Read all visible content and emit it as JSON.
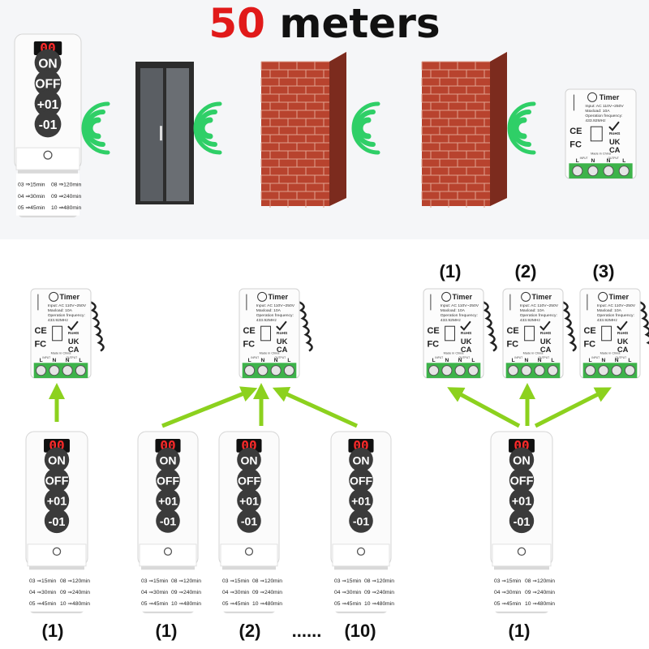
{
  "headline": {
    "number": "50",
    "unit": "meters"
  },
  "remote": {
    "display": "00",
    "buttons": [
      "ON",
      "OFF",
      "+01",
      "-01"
    ],
    "timer_table": [
      [
        "03 ⇒15min",
        "08 ⇒120min"
      ],
      [
        "04 ⇒30min",
        "09 ⇒240min"
      ],
      [
        "05 ⇒45min",
        "10 ⇒480min"
      ]
    ]
  },
  "receiver": {
    "title": "Timer",
    "spec_lines": [
      "Input: AC 110V~250V",
      "Maxload: 10A",
      "Operation frequency:",
      "433.92MHz"
    ],
    "marks": [
      "CE",
      "FC",
      "UK",
      "CA",
      "RoHS"
    ],
    "made_in": "Made in China",
    "terminals": [
      "L",
      "N",
      "N",
      "L"
    ],
    "terminal_groups": [
      "INPUT",
      "OUTPUT"
    ]
  },
  "panel_labels": {
    "single_remote": "(1)",
    "multi_remote": [
      "(1)",
      "(2)",
      "(10)"
    ],
    "ellipsis": "......",
    "receivers": [
      "(1)",
      "(2)",
      "(3)"
    ],
    "single_remote_right": "(1)"
  },
  "colors": {
    "accent_red": "#e11a1a",
    "arrow_green": "#8cd11e",
    "signal_green": "#2fcf67",
    "display_red": "#ff2a2a",
    "button_dark": "#3b3b3b",
    "receiver_green": "#3db34a",
    "brick": "#b8432e"
  }
}
